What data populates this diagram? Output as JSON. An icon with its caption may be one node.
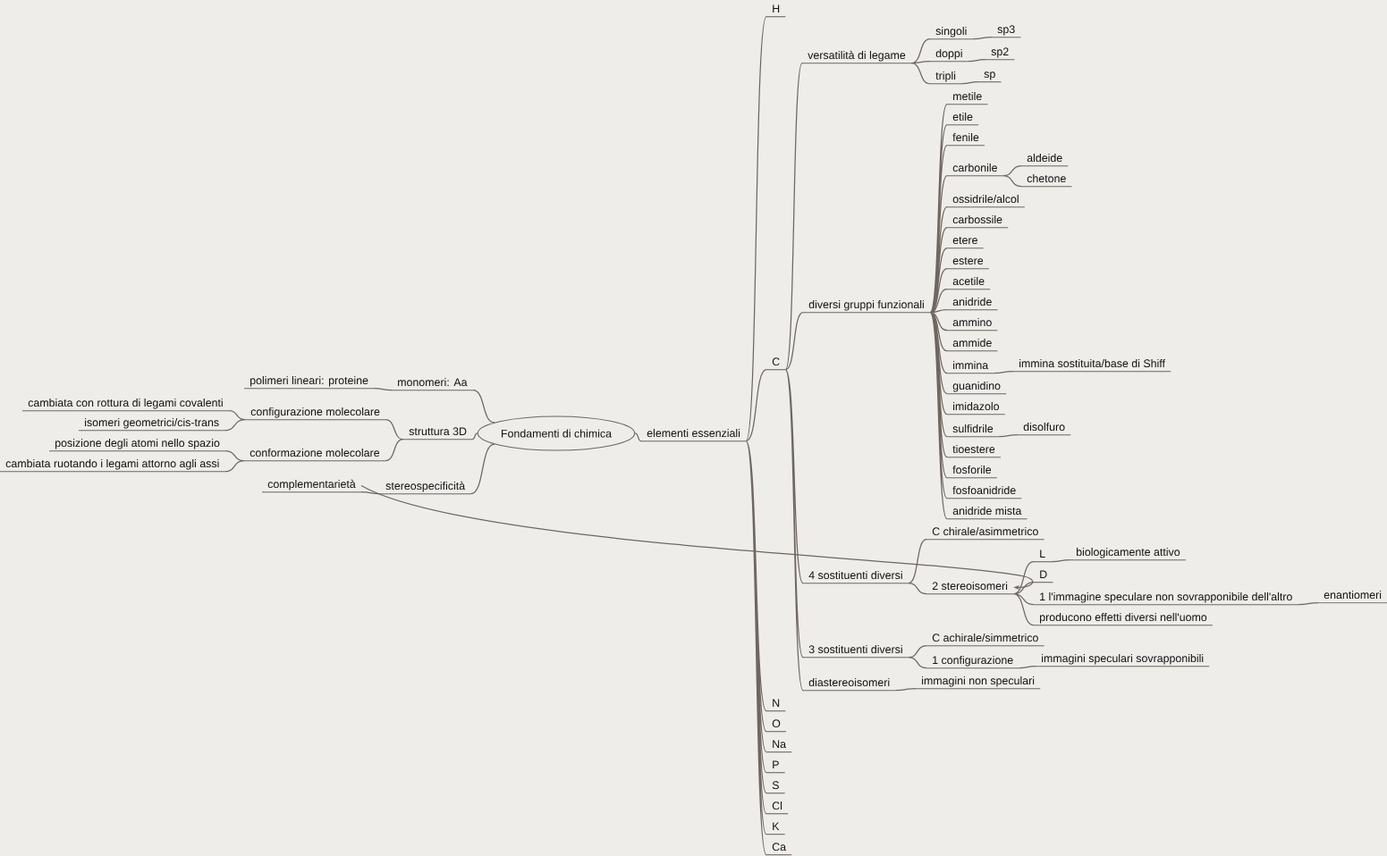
{
  "diagram": {
    "nodes": [
      {
        "text": [
          "Fondamenti di chimica"
        ]
      },
      {
        "text": [
          "monomeri: Aa"
        ]
      },
      {
        "text": [
          "polimeri lineari: proteine"
        ]
      },
      {
        "text": [
          "struttura 3D"
        ]
      },
      {
        "text": [
          "configurazione molecolare"
        ]
      },
      {
        "text": [
          "cambiata con rottura di legami covalenti"
        ]
      },
      {
        "text": [
          "isomeri geometrici/cis-trans"
        ]
      },
      {
        "text": [
          "conformazione molecolare"
        ]
      },
      {
        "text": [
          "posizione degli atomi nello spazio"
        ]
      },
      {
        "text": [
          "cambiata ruotando i legami attorno agli assi"
        ]
      },
      {
        "text": [
          "stereospecificità"
        ]
      },
      {
        "text": [
          "complementarietà"
        ]
      },
      {
        "text": [
          "elementi essenziali"
        ]
      },
      {
        "text": [
          "H"
        ]
      },
      {
        "text": [
          "C"
        ]
      },
      {
        "text": [
          "versatilità di legame"
        ]
      },
      {
        "text": [
          "singoli"
        ]
      },
      {
        "text": [
          "sp3"
        ]
      },
      {
        "text": [
          "doppi"
        ]
      },
      {
        "text": [
          "sp2"
        ]
      },
      {
        "text": [
          "tripli"
        ]
      },
      {
        "text": [
          "sp"
        ]
      },
      {
        "text": [
          "diversi gruppi funzionali"
        ]
      },
      {
        "text": [
          "metile"
        ]
      },
      {
        "text": [
          "etile"
        ]
      },
      {
        "text": [
          "fenile"
        ]
      },
      {
        "text": [
          "carbonile"
        ]
      },
      {
        "text": [
          "aldeide"
        ]
      },
      {
        "text": [
          "chetone"
        ]
      },
      {
        "text": [
          "ossidrile/alcol"
        ]
      },
      {
        "text": [
          "carbossile"
        ]
      },
      {
        "text": [
          "etere"
        ]
      },
      {
        "text": [
          "estere"
        ]
      },
      {
        "text": [
          "acetile"
        ]
      },
      {
        "text": [
          "anidride"
        ]
      },
      {
        "text": [
          "ammino"
        ]
      },
      {
        "text": [
          "ammide"
        ]
      },
      {
        "text": [
          "immina"
        ]
      },
      {
        "text": [
          "immina sostituita/base di Shiff"
        ]
      },
      {
        "text": [
          "guanidino"
        ]
      },
      {
        "text": [
          "imidazolo"
        ]
      },
      {
        "text": [
          "sulfidrile"
        ]
      },
      {
        "text": [
          "disolfuro"
        ]
      },
      {
        "text": [
          "tioestere"
        ]
      },
      {
        "text": [
          "fosforile"
        ]
      },
      {
        "text": [
          "fosfoanidride"
        ]
      },
      {
        "text": [
          "anidride mista"
        ]
      },
      {
        "text": [
          "4 sostituenti diversi"
        ]
      },
      {
        "text": [
          "C chirale/asimmetrico"
        ]
      },
      {
        "text": [
          "2 stereoisomeri"
        ]
      },
      {
        "text": [
          "L"
        ]
      },
      {
        "text": [
          "biologicamente attivo"
        ]
      },
      {
        "text": [
          "D"
        ]
      },
      {
        "text": [
          "1 l'immagine speculare non sovrapponibile dell'altro"
        ]
      },
      {
        "text": [
          "enantiomeri"
        ]
      },
      {
        "text": [
          "producono effetti diversi nell'uomo"
        ]
      },
      {
        "text": [
          "3 sostituenti diversi"
        ]
      },
      {
        "text": [
          "C achirale/simmetrico"
        ]
      },
      {
        "text": [
          "1 configurazione"
        ]
      },
      {
        "text": [
          "immagini speculari sovrapponibili"
        ]
      },
      {
        "text": [
          "diastereoisomeri"
        ]
      },
      {
        "text": [
          "immagini non speculari"
        ]
      },
      {
        "text": [
          "N"
        ]
      },
      {
        "text": [
          "O"
        ]
      },
      {
        "text": [
          "Na"
        ]
      },
      {
        "text": [
          "P"
        ]
      },
      {
        "text": [
          "S"
        ]
      },
      {
        "text": [
          "Cl"
        ]
      },
      {
        "text": [
          "K"
        ]
      },
      {
        "text": [
          "Ca"
        ]
      }
    ],
    "edges": [
      {
        "from": 0,
        "to": 1,
        "arrow": "none"
      },
      {
        "from": 1,
        "to": 2,
        "arrow": "none"
      },
      {
        "from": 0,
        "to": 3,
        "arrow": "none"
      },
      {
        "from": 3,
        "to": 4,
        "arrow": "none"
      },
      {
        "from": 4,
        "to": 5,
        "arrow": "none"
      },
      {
        "from": 4,
        "to": 6,
        "arrow": "none"
      },
      {
        "from": 3,
        "to": 7,
        "arrow": "none"
      },
      {
        "from": 7,
        "to": 8,
        "arrow": "none"
      },
      {
        "from": 7,
        "to": 9,
        "arrow": "none"
      },
      {
        "from": 0,
        "to": 10,
        "arrow": "none"
      },
      {
        "from": 10,
        "to": 11,
        "arrow": "none"
      },
      {
        "from": 0,
        "to": 12,
        "arrow": "none"
      },
      {
        "from": 12,
        "to": 13,
        "arrow": "none"
      },
      {
        "from": 12,
        "to": 14,
        "arrow": "none"
      },
      {
        "from": 14,
        "to": 15,
        "arrow": "none"
      },
      {
        "from": 15,
        "to": 16,
        "arrow": "none"
      },
      {
        "from": 16,
        "to": 17,
        "arrow": "none"
      },
      {
        "from": 15,
        "to": 18,
        "arrow": "none"
      },
      {
        "from": 18,
        "to": 19,
        "arrow": "none"
      },
      {
        "from": 15,
        "to": 20,
        "arrow": "none"
      },
      {
        "from": 20,
        "to": 21,
        "arrow": "none"
      },
      {
        "from": 14,
        "to": 22,
        "arrow": "none"
      },
      {
        "from": 22,
        "to": 23,
        "arrow": "none"
      },
      {
        "from": 22,
        "to": 24,
        "arrow": "none"
      },
      {
        "from": 22,
        "to": 25,
        "arrow": "none"
      },
      {
        "from": 22,
        "to": 26,
        "arrow": "none"
      },
      {
        "from": 26,
        "to": 27,
        "arrow": "none"
      },
      {
        "from": 26,
        "to": 28,
        "arrow": "none"
      },
      {
        "from": 22,
        "to": 29,
        "arrow": "none"
      },
      {
        "from": 22,
        "to": 30,
        "arrow": "none"
      },
      {
        "from": 22,
        "to": 31,
        "arrow": "none"
      },
      {
        "from": 22,
        "to": 32,
        "arrow": "none"
      },
      {
        "from": 22,
        "to": 33,
        "arrow": "none"
      },
      {
        "from": 22,
        "to": 34,
        "arrow": "none"
      },
      {
        "from": 22,
        "to": 35,
        "arrow": "none"
      },
      {
        "from": 22,
        "to": 36,
        "arrow": "none"
      },
      {
        "from": 22,
        "to": 37,
        "arrow": "none"
      },
      {
        "from": 37,
        "to": 38,
        "arrow": "none"
      },
      {
        "from": 22,
        "to": 39,
        "arrow": "none"
      },
      {
        "from": 22,
        "to": 40,
        "arrow": "none"
      },
      {
        "from": 22,
        "to": 41,
        "arrow": "none"
      },
      {
        "from": 41,
        "to": 42,
        "arrow": "none"
      },
      {
        "from": 22,
        "to": 43,
        "arrow": "none"
      },
      {
        "from": 22,
        "to": 44,
        "arrow": "none"
      },
      {
        "from": 22,
        "to": 45,
        "arrow": "none"
      },
      {
        "from": 22,
        "to": 46,
        "arrow": "none"
      },
      {
        "from": 14,
        "to": 47,
        "arrow": "none"
      },
      {
        "from": 47,
        "to": 48,
        "arrow": "none"
      },
      {
        "from": 47,
        "to": 49,
        "arrow": "none"
      },
      {
        "from": 49,
        "to": 50,
        "arrow": "none"
      },
      {
        "from": 50,
        "to": 51,
        "arrow": "none"
      },
      {
        "from": 49,
        "to": 52,
        "arrow": "none"
      },
      {
        "from": 49,
        "to": 53,
        "arrow": "none"
      },
      {
        "from": 53,
        "to": 54,
        "arrow": "none"
      },
      {
        "from": 49,
        "to": 55,
        "arrow": "none"
      },
      {
        "from": 14,
        "to": 56,
        "arrow": "none"
      },
      {
        "from": 56,
        "to": 57,
        "arrow": "none"
      },
      {
        "from": 56,
        "to": 58,
        "arrow": "none"
      },
      {
        "from": 58,
        "to": 59,
        "arrow": "none"
      },
      {
        "from": 14,
        "to": 60,
        "arrow": "none"
      },
      {
        "from": 60,
        "to": 61,
        "arrow": "none"
      },
      {
        "from": 12,
        "to": 62,
        "arrow": "none"
      },
      {
        "from": 12,
        "to": 63,
        "arrow": "none"
      },
      {
        "from": 12,
        "to": 64,
        "arrow": "none"
      },
      {
        "from": 12,
        "to": 65,
        "arrow": "none"
      },
      {
        "from": 12,
        "to": 66,
        "arrow": "none"
      },
      {
        "from": 12,
        "to": 67,
        "arrow": "none"
      },
      {
        "from": 12,
        "to": 68,
        "arrow": "none"
      },
      {
        "from": 12,
        "to": 69,
        "arrow": "none"
      },
      {
        "from": 11,
        "to": 49,
        "arrow": "to"
      }
    ]
  }
}
